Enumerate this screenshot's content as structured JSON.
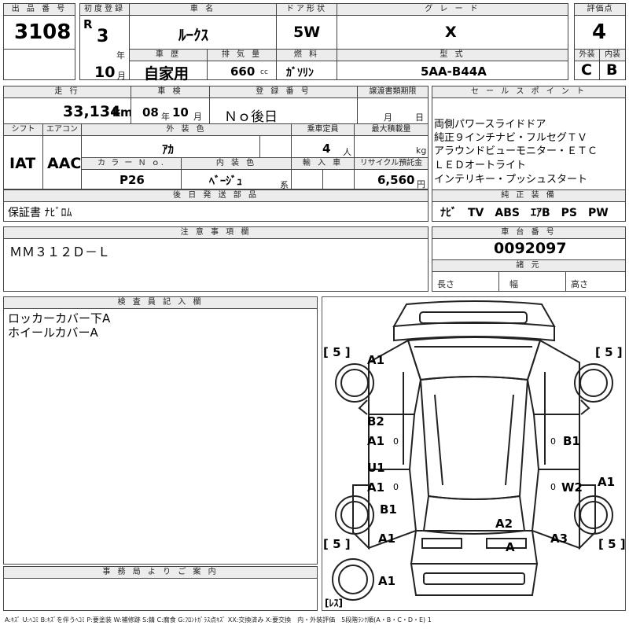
{
  "labels": {
    "lot_no": "出 品 番 号",
    "first_reg": "初度登録",
    "car_name": "車 名",
    "door": "ドア形状",
    "grade": "グ レ ー ド",
    "score": "評価点",
    "history": "車 歴",
    "displacement": "排 気 量",
    "fuel": "燃 料",
    "model_code": "型 式",
    "exterior": "外装",
    "interior": "内装",
    "mileage": "走 行",
    "inspection": "車 検",
    "reg_no": "登 録 番 号",
    "transfer_deadline": "譲渡書類期限",
    "sales_points": "セ ー ル ス ポ イ ン ト",
    "shift": "シフト",
    "aircon": "エアコン",
    "ext_color": "外 装 色",
    "capacity": "乗車定員",
    "max_load": "最大積載量",
    "color_no": "カ ラ ー Ｎ ｏ.",
    "int_color": "内 装 色",
    "import": "輸 入 車",
    "recycle": "リサイクル預託金",
    "later_parts": "後 日 発 送 部 品",
    "genuine": "純 正 装 備",
    "caution": "注 意 事 項 欄",
    "chassis": "車 台 番 号",
    "dims": "諸 元",
    "inspector": "検 査 員 記 入 欄",
    "office": "事 務 局 よ り ご 案 内"
  },
  "values": {
    "lot_no": "3108",
    "era": "R",
    "year": "3",
    "year_unit": "年",
    "month": "10",
    "month_unit": "月",
    "car_name": "ﾙｰｸｽ",
    "door": "5W",
    "grade": "X",
    "score": "4",
    "history": "自家用",
    "displacement": "660",
    "displacement_unit": "cc",
    "fuel": "ｶﾞｿﾘﾝ",
    "model_code": "5AA-B44A",
    "exterior": "C",
    "interior": "B",
    "mileage": "33,134",
    "mileage_unit": "km",
    "insp_year": "08",
    "insp_year_unit": "年",
    "insp_month": "10",
    "insp_month_unit": "月",
    "reg_no": "Ｎｏ後日",
    "transfer_month_unit": "月",
    "transfer_day_unit": "日",
    "shift": "IAT",
    "aircon": "AAC",
    "ext_color": "ｱｶ",
    "capacity": "4",
    "capacity_unit": "人",
    "max_load_unit": "kg",
    "color_no": "P26",
    "int_color": "ﾍﾞｰｼﾞｭ",
    "int_color_unit": "系",
    "recycle": "6,560",
    "recycle_unit": "円",
    "later_parts": "保証書 ﾅﾋﾞﾛﾑ",
    "genuine": "ﾅﾋﾞ　TV　ABS　ｴｱB　PS　PW",
    "caution": "ＭＭ３１２Ｄ－Ｌ",
    "chassis": "0092097",
    "dim_length": "長さ",
    "dim_width": "幅",
    "dim_height": "高さ"
  },
  "sales_points": [
    "両側パワースライドドア",
    "純正９インチナビ・フルセグＴＶ",
    "アラウンドビューモニター・ＥＴＣ",
    "ＬＥＤオートライト",
    "インテリキー・プッシュスタート"
  ],
  "inspector_notes": [
    "ロッカーカバー下A",
    "ホイールカバーA"
  ],
  "damage_marks": {
    "tire_fl": "[ 5 ]",
    "tire_fr": "[ 5 ]",
    "tire_rl": "[ 5 ]",
    "tire_rr": "[ 5 ]",
    "spare": "[ﾚｽ]",
    "front_left_fender": "A1",
    "left_front_door_1": "B2",
    "left_front_door_2": "A1",
    "left_rear_door_1": "U1",
    "left_rear_door_2": "A1",
    "left_rear_wheel": "B1",
    "left_rear_quarter": "A1",
    "rear_bottom": "A1",
    "right_front_door": "B1",
    "right_rear_door": "W2",
    "right_rear_edge": "A1",
    "rear_gate": "A2",
    "rear_right_corner": "A3",
    "rear_bumper": "A",
    "zero_1": "0",
    "zero_2": "0",
    "zero_3": "0",
    "zero_4": "0"
  },
  "legend": "A:ｷｽﾞ U:ﾍｺﾐ B:ｷｽﾞを伴うﾍｺﾐ P:要塗装 W:補修跡 S:錆 C:腐食 G:ﾌﾛﾝﾄｶﾞﾗｽ点ｷｽﾞ XX:交換済み X:要交換　内・外装評価　5段階ﾗﾝｸ順(A・B・C・D・E) 1"
}
